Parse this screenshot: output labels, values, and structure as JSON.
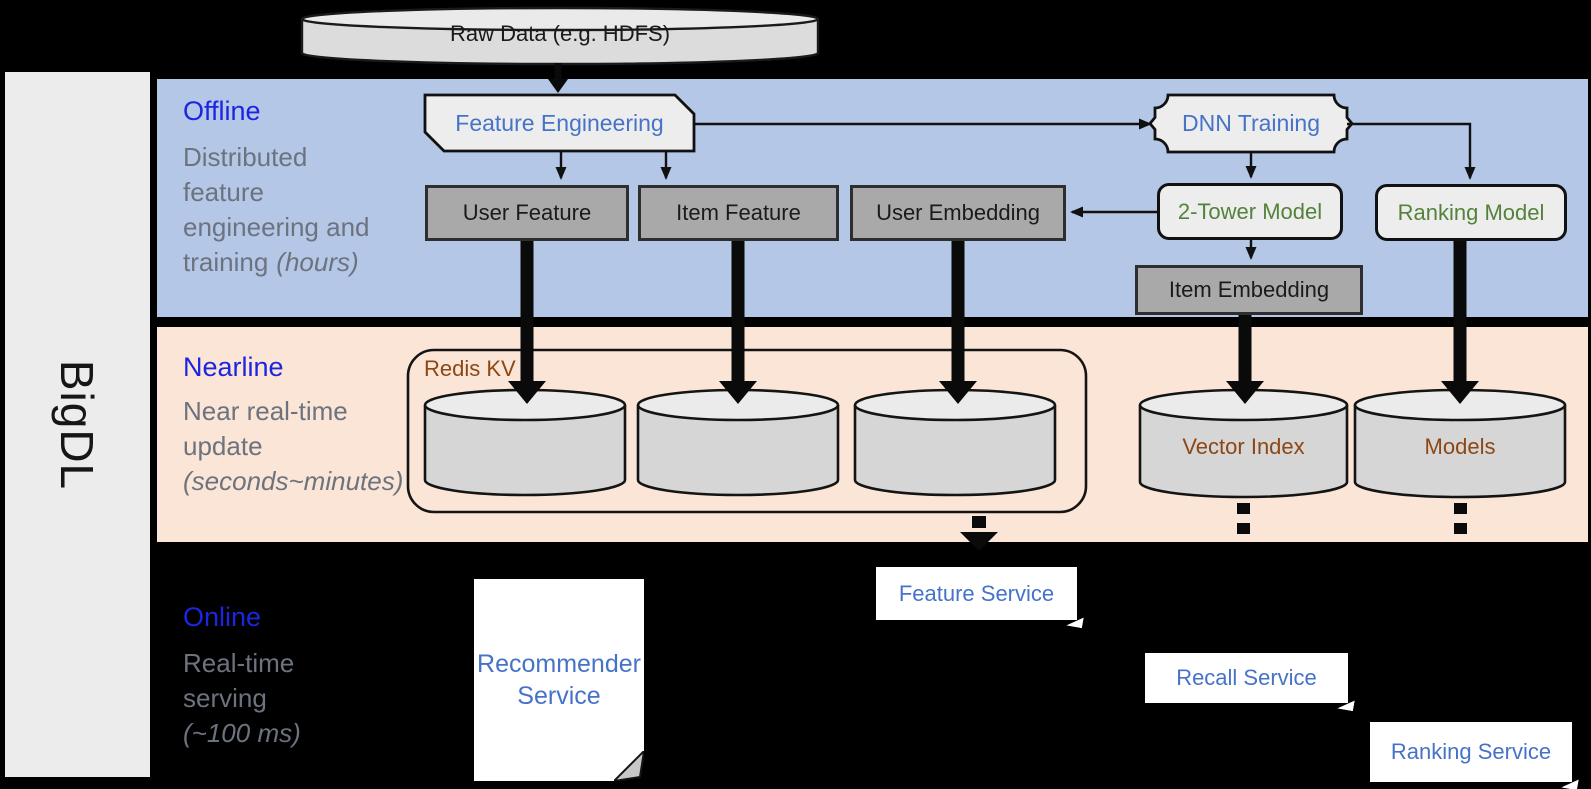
{
  "brand": "BigDL",
  "source_node": "Raw Data (e.g. HDFS)",
  "lanes": {
    "offline": {
      "title": "Offline",
      "description": "Distributed\nfeature\nengineering and\ntraining",
      "duration": "(hours)"
    },
    "nearline": {
      "title": "Nearline",
      "description": "Near real-time\nupdate\n",
      "duration": "(seconds~minutes)"
    },
    "online": {
      "title": "Online",
      "description": "Real-time\nserving\n",
      "duration": "(~100 ms)"
    }
  },
  "nodes": {
    "feature_engineering": "Feature Engineering",
    "dnn_training": "DNN Training",
    "user_feature": "User Feature",
    "item_feature": "Item Feature",
    "user_embedding": "User Embedding",
    "two_tower_model": "2-Tower Model",
    "ranking_model": "Ranking Model",
    "item_embedding": "Item Embedding",
    "redis_kv": "Redis KV",
    "vector_index": "Vector Index",
    "models": "Models",
    "recommender_service": "Recommender\nService",
    "feature_service": "Feature Service",
    "recall_service": "Recall Service",
    "ranking_service": "Ranking Service"
  },
  "colors": {
    "background": "#000000",
    "sidebar": "#ececec",
    "offline_band": "#b4c7e7",
    "nearline_band": "#fbe5d6",
    "lane_title_blue": "#1c25e0",
    "lane_description_gray": "#6d737e",
    "node_blue": "#4673c8",
    "node_green": "#54823a",
    "node_brown": "#8d4715",
    "gray_box": "#a9a9a9",
    "light_box": "#ededed",
    "white_box": "#ffffff",
    "connector_black": "#111111"
  }
}
